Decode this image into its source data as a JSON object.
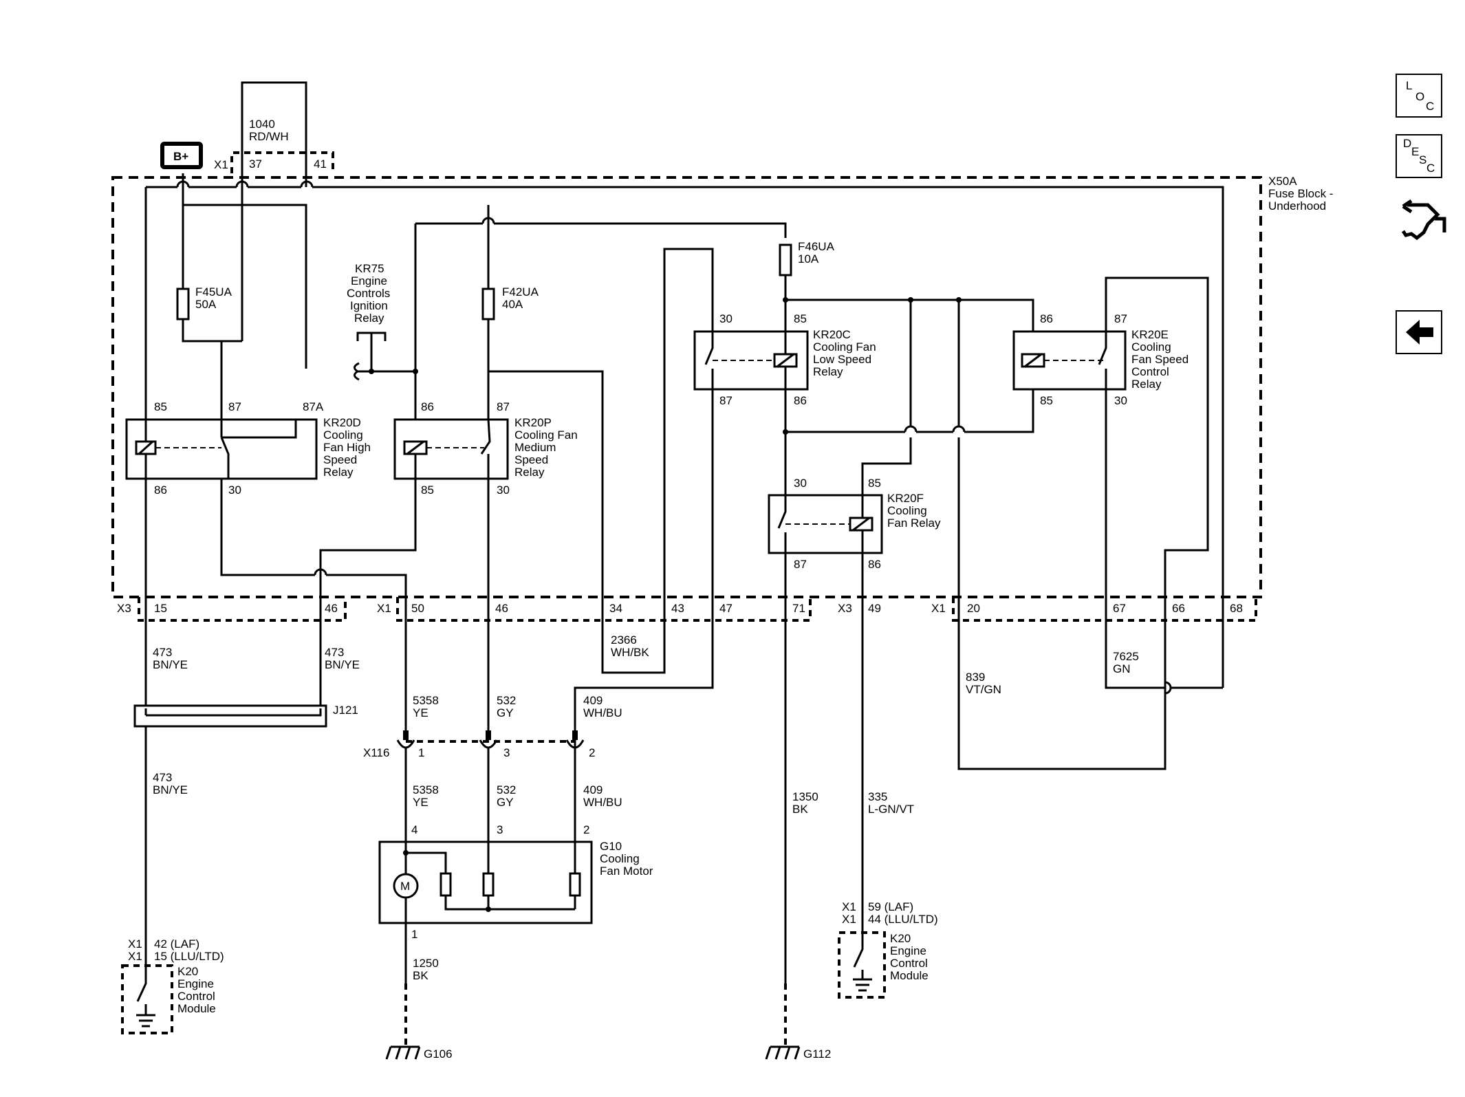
{
  "side_buttons": {
    "loc": {
      "l1": "L",
      "l2": "O",
      "l3": "C"
    },
    "desc": {
      "l1": "D",
      "l2": "E",
      "l3": "S",
      "l4": "C"
    }
  },
  "labels": {
    "bplus": "B+",
    "x1_top": "X1",
    "pin37": "37",
    "pin41": "41",
    "w1040_a": "1040",
    "w1040_b": "RD/WH",
    "x50a_1": "X50A",
    "x50a_2": "Fuse Block -",
    "x50a_3": "Underhood",
    "f45_a": "F45UA",
    "f45_b": "50A",
    "f42_a": "F42UA",
    "f42_b": "40A",
    "f46_a": "F46UA",
    "f46_b": "10A",
    "kr75_1": "KR75",
    "kr75_2": "Engine",
    "kr75_3": "Controls",
    "kr75_4": "Ignition",
    "kr75_5": "Relay",
    "kr20d_85": "85",
    "kr20d_87": "87",
    "kr20d_87a": "87A",
    "kr20d_86": "86",
    "kr20d_30": "30",
    "kr20d_1": "KR20D",
    "kr20d_2": "Cooling",
    "kr20d_3": "Fan High",
    "kr20d_4": "Speed",
    "kr20d_5": "Relay",
    "kr20p_86": "86",
    "kr20p_87": "87",
    "kr20p_85": "85",
    "kr20p_30": "30",
    "kr20p_1": "KR20P",
    "kr20p_2": "Cooling Fan",
    "kr20p_3": "Medium",
    "kr20p_4": "Speed",
    "kr20p_5": "Relay",
    "kr20c_30": "30",
    "kr20c_85": "85",
    "kr20c_87": "87",
    "kr20c_86": "86",
    "kr20c_1": "KR20C",
    "kr20c_2": "Cooling Fan",
    "kr20c_3": "Low Speed",
    "kr20c_4": "Relay",
    "kr20e_86": "86",
    "kr20e_87": "87",
    "kr20e_85": "85",
    "kr20e_30": "30",
    "kr20e_1": "KR20E",
    "kr20e_2": "Cooling",
    "kr20e_3": "Fan Speed",
    "kr20e_4": "Control",
    "kr20e_5": "Relay",
    "kr20f_30": "30",
    "kr20f_85": "85",
    "kr20f_87": "87",
    "kr20f_86": "86",
    "kr20f_1": "KR20F",
    "kr20f_2": "Cooling",
    "kr20f_3": "Fan Relay",
    "x3_left": "X3",
    "p15": "15",
    "p46a": "46",
    "x1_b": "X1",
    "p50": "50",
    "p46b": "46",
    "p34": "34",
    "p43": "43",
    "p47": "47",
    "p71": "71",
    "x3_mid": "X3",
    "p49": "49",
    "x1_r": "X1",
    "p20": "20",
    "p67": "67",
    "p66": "66",
    "p68": "68",
    "w473a_1": "473",
    "w473a_2": "BN/YE",
    "w473b_1": "473",
    "w473b_2": "BN/YE",
    "j121": "J121",
    "w473c_1": "473",
    "w473c_2": "BN/YE",
    "w2366_1": "2366",
    "w2366_2": "WH/BK",
    "w5358a_1": "5358",
    "w5358a_2": "YE",
    "w532a_1": "532",
    "w532a_2": "GY",
    "w409a_1": "409",
    "w409a_2": "WH/BU",
    "x116": "X116",
    "x116_1": "1",
    "x116_3": "3",
    "x116_2": "2",
    "w5358b_1": "5358",
    "w5358b_2": "YE",
    "w532b_1": "532",
    "w532b_2": "GY",
    "w409b_1": "409",
    "w409b_2": "WH/BU",
    "g10_4": "4",
    "g10_3": "3",
    "g10_2": "2",
    "g10_1": "1",
    "g10_a": "G10",
    "g10_b": "Cooling",
    "g10_c": "Fan Motor",
    "motor_m": "M",
    "w1250_1": "1250",
    "w1250_2": "BK",
    "g106": "G106",
    "w1350_1": "1350",
    "w1350_2": "BK",
    "g112": "G112",
    "w839_1": "839",
    "w839_2": "VT/GN",
    "w7625_1": "7625",
    "w7625_2": "GN",
    "w335_1": "335",
    "w335_2": "L-GN/VT",
    "k20l_x1a": "X1",
    "k20l_x1b": "X1",
    "k20l_p1": "42 (LAF)",
    "k20l_p2": "15 (LLU/LTD)",
    "k20l_1": "K20",
    "k20l_2": "Engine",
    "k20l_3": "Control",
    "k20l_4": "Module",
    "k20r_x1a": "X1",
    "k20r_x1b": "X1",
    "k20r_p1": "59 (LAF)",
    "k20r_p2": "44 (LLU/LTD)",
    "k20r_1": "K20",
    "k20r_2": "Engine",
    "k20r_3": "Control",
    "k20r_4": "Module"
  }
}
